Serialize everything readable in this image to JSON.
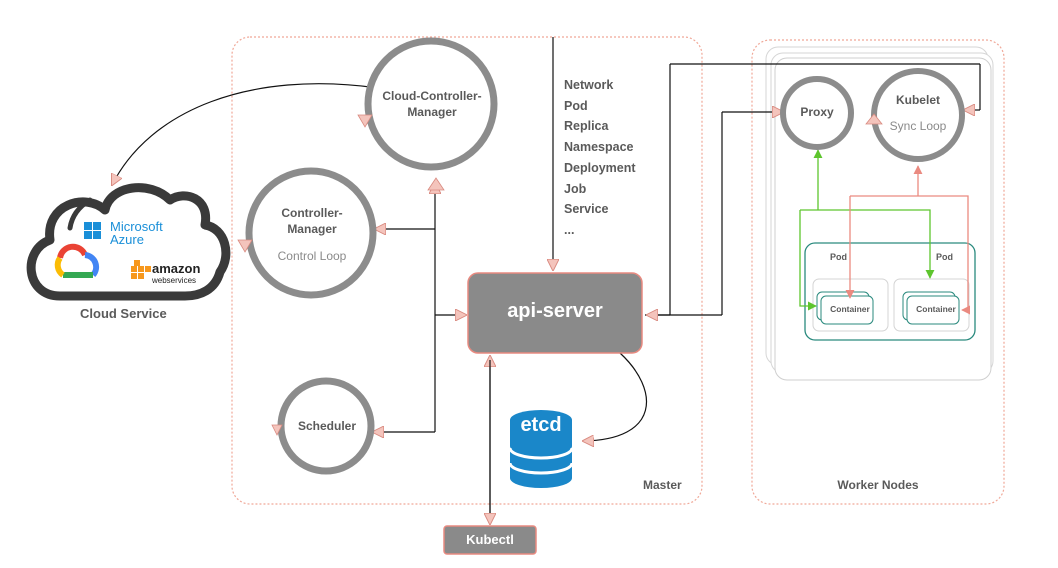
{
  "cloud": {
    "label": "Cloud Service",
    "providers": [
      "Microsoft Azure",
      "amazon web services",
      "Google Cloud"
    ],
    "azure_line1": "Microsoft",
    "azure_line2": "Azure",
    "aws_line1": "amazon",
    "aws_line2": "webservices"
  },
  "master": {
    "label": "Master",
    "cloud_controller_line1": "Cloud-Controller-",
    "cloud_controller_line2": "Manager",
    "controller_manager_line1": "Controller-",
    "controller_manager_line2": "Manager",
    "control_loop": "Control Loop",
    "scheduler": "Scheduler",
    "api_server": "api-server",
    "etcd": "etcd",
    "resources": [
      "Network",
      "Pod",
      "Replica",
      "Namespace",
      "Deployment",
      "Job",
      "Service",
      "..."
    ]
  },
  "worker": {
    "label": "Worker Nodes",
    "proxy": "Proxy",
    "kubelet": "Kubelet",
    "sync_loop": "Sync Loop",
    "pod": "Pod",
    "container": "Container"
  },
  "kubectl": "Kubectl",
  "colors": {
    "dotted_border": "#f0a898",
    "ring": "#8c8c8c",
    "api_fill": "#8a8a8a",
    "arrow_red": "#e88a80",
    "arrow_green": "#5ec52e",
    "etcd_blue": "#1a87c9",
    "pod_teal": "#2a8a7e",
    "line": "#111111"
  }
}
